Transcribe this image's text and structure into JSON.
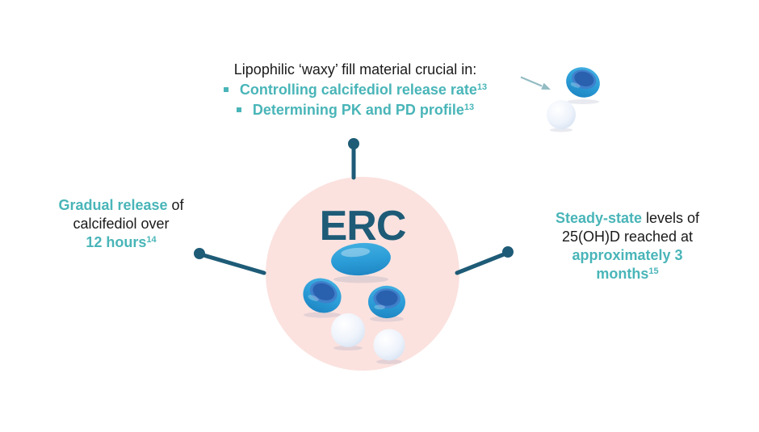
{
  "colors": {
    "accent_teal": "#49b5b8",
    "dark_teal": "#1e5b77",
    "circle_pink": "#fbe2df",
    "capsule_blue": "#2b9fd8",
    "capsule_interior_blue": "#2a61af",
    "wax_ball_white": "#eef3fb",
    "arrow_gray_teal": "#93bcc3",
    "text_black": "#1a1a1a"
  },
  "center": {
    "label": "ERC"
  },
  "top_note": {
    "heading": "Lipophilic ‘waxy’ fill material crucial in:",
    "bullets": [
      {
        "text": "Controlling calcifediol release rate",
        "ref": "13"
      },
      {
        "text": "Determining PK and PD profile",
        "ref": "13"
      }
    ]
  },
  "left_note": {
    "line1_accent": "Gradual release",
    "line1_rest": " of",
    "line2": "calcifediol over",
    "line3_accent": "12 hours",
    "line3_ref": "14"
  },
  "right_note": {
    "line1_accent": "Steady-state",
    "line1_rest": " levels of",
    "line2": "25(OH)D reached at",
    "line3_accent": "approximately 3",
    "line4_accent": "months",
    "line4_ref": "15"
  },
  "icons": {
    "bullet": "square-bullet",
    "pointer": "pointer-arrow",
    "capsule_whole": "blue-softgel-capsule",
    "capsule_half": "open-capsule-half",
    "wax_ball": "waxy-fill-ball"
  }
}
